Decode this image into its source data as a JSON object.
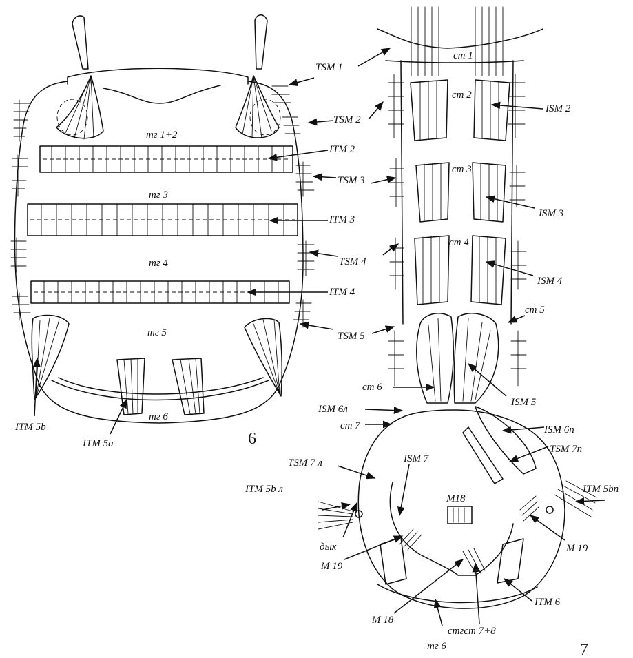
{
  "figure_numbers": {
    "left": "6",
    "right": "7"
  },
  "left_labels": {
    "tsm1": "TSM 1",
    "tsm2": "TSM 2",
    "tsm3": "TSM 3",
    "tsm4": "TSM 4",
    "tsm5": "TSM 5",
    "itm2": "ITM 2",
    "itm3": "ITM 3",
    "itm4": "ITM 4",
    "itm5b": "ITM 5b",
    "itm5a": "ITM 5a",
    "tg12": "тг 1+2",
    "tg3": "тг 3",
    "tg4": "тг 4",
    "tg5": "тг 5",
    "tg6": "тг 6"
  },
  "right_labels": {
    "st1": "ст 1",
    "st2": "ст 2",
    "st3": "ст 3",
    "st4": "ст 4",
    "st5": "ст 5",
    "st6": "ст 6",
    "st7": "ст 7",
    "ism2": "ISM 2",
    "ism3": "ISM 3",
    "ism4": "ISM 4",
    "ism5": "ISM 5",
    "ism6l": "ISM 6л",
    "ism6p": "ISM 6п",
    "ism7": "ISM 7",
    "tsm7l": "TSM 7 л",
    "tsm7p": "TSM 7п",
    "itm5bl": "ITM 5b л",
    "itm5bp": "ITM 5bп",
    "m18_top": "M18",
    "m18_bottom": "M 18",
    "m19_left": "M 19",
    "m19_right": "M 19",
    "dykh": "дых",
    "itm6": "ITM 6",
    "tg6": "тг 6",
    "stgst78": "стгст 7+8"
  }
}
